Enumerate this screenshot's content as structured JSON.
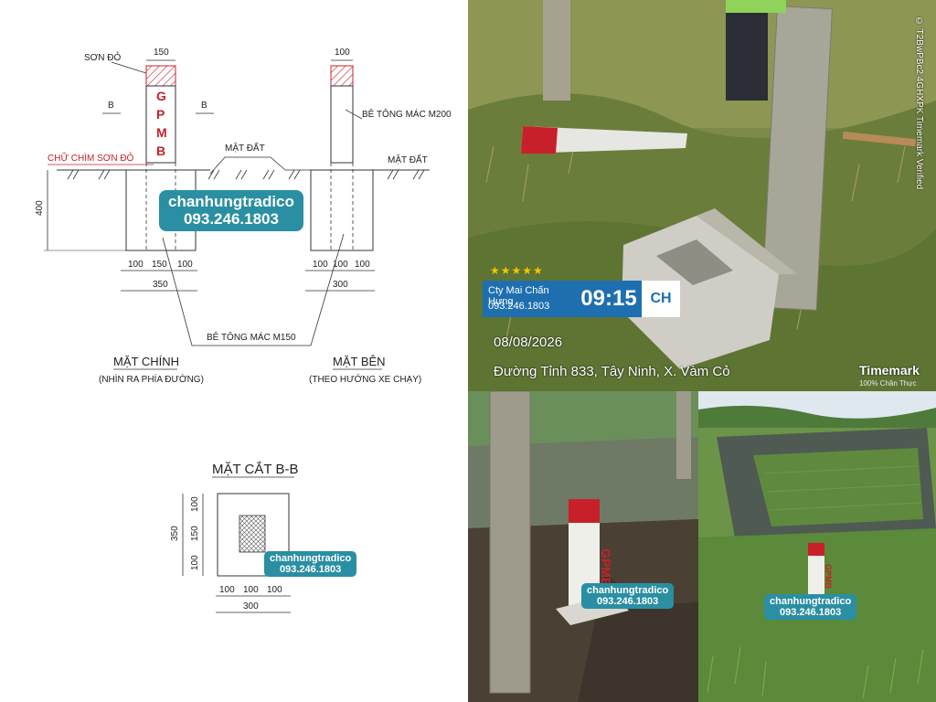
{
  "drawing": {
    "label_paint": "SƠN ĐỎ",
    "width_main": "150",
    "width_side": "100",
    "section_mark_left": "B",
    "section_mark_right": "B",
    "post_letters": [
      "G",
      "P",
      "M",
      "B"
    ],
    "label_sunken_text": "CHỮ CHÌM SƠN ĐỎ",
    "label_ground_1": "MẶT ĐẤT",
    "label_ground_2": "MẶT ĐẤT",
    "label_concrete_m200": "BÊ TÔNG MÁC M200",
    "dim_depth": "400",
    "dim_front_parts": [
      "100",
      "150",
      "100"
    ],
    "dim_front_total": "350",
    "dim_side_parts": [
      "100",
      "100",
      "100"
    ],
    "dim_side_total": "300",
    "label_concrete_m150": "BÊ TÔNG MÁC M150",
    "title_front": "MẶT CHÍNH",
    "subtitle_front": "(NHÌN RA PHÍA ĐƯỜNG)",
    "title_side": "MẶT BÊN",
    "subtitle_side": "(THEO HƯỚNG XE CHẠY)",
    "title_section": "MẶT CẮT B-B",
    "section_dim_left_total": "350",
    "section_dim_left_parts": [
      "100",
      "150",
      "100"
    ],
    "section_dim_bottom_parts": [
      "100",
      "100",
      "100"
    ],
    "section_dim_bottom_total": "300"
  },
  "watermarks": {
    "brand": "chanhungtradico",
    "phone": "093.246.1803"
  },
  "photos": {
    "post_text": "GPMB",
    "timemark": {
      "stars": "★★★★★",
      "company": "Cty Mai Chấn Hưng",
      "phone": "093.246.1803",
      "time": "09:15",
      "code": "CH",
      "date": "08/08/2026",
      "address": "Đường Tỉnh 833, Tây Ninh, X. Vàm Cỏ",
      "brand": "Timemark",
      "brand_sub": "100% Chân Thực",
      "vertical": "© T2BwPBc2 4GHXPK   Timemark Verified"
    }
  },
  "colors": {
    "red": "#c8202a",
    "drawing_line": "#333333",
    "watermark_pill": "#2a8fa3",
    "timemark_blue": "#1e6fb0"
  }
}
